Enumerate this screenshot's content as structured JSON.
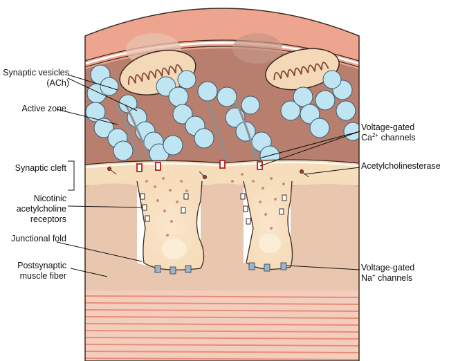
{
  "labels": {
    "synaptic_vesicles_1": "Synaptic vesicles",
    "synaptic_vesicles_2": "(ACh)",
    "active_zone": "Active zone",
    "synaptic_cleft": "Synaptic cleft",
    "nicotinic_1": "Nicotinic",
    "nicotinic_2": "acetylcholine",
    "nicotinic_3": "receptors",
    "junctional_fold": "Junctional fold",
    "postsynaptic_1": "Postsynaptic",
    "postsynaptic_2": "muscle fiber",
    "ca_channels_1": "Voltage-gated",
    "ca_channels_2a": "Ca",
    "ca_channels_2sup": "2+",
    "ca_channels_2b": " channels",
    "acetylcholinesterase": "Acetylcholinesterase",
    "na_channels_1": "Voltage-gated",
    "na_channels_2a": "Na",
    "na_channels_2sup": "+",
    "na_channels_2b": " channels"
  },
  "colors": {
    "outer_terminal": "#eea58f",
    "terminal_interior": "#b97f6e",
    "vesicle": "#bfe4f2",
    "mitochondrion": "#f4d9b8",
    "cleft": "#f6ddbb",
    "muscle": "#e8c7ae",
    "striation": "#e88e74",
    "receptor_red": "#d9403a",
    "na_channel": "#9fb2c8"
  }
}
